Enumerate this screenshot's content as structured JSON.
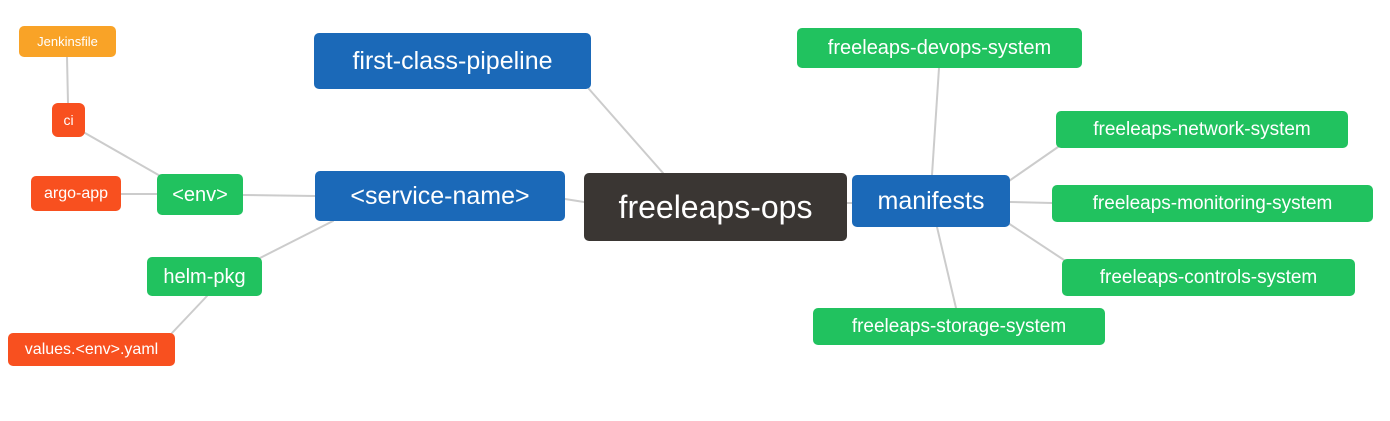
{
  "diagram": {
    "type": "mindmap",
    "root": "freeleaps-ops"
  },
  "palette": {
    "blue": "#1b69b8",
    "green": "#21c25f",
    "orange": "#f9a327",
    "red_orange": "#f8501f",
    "dark": "#3a3633",
    "link": "#cccccc",
    "bg": "#ffffff",
    "text": "#ffffff"
  },
  "nodes": {
    "jenkinsfile": {
      "label": "Jenkinsfile",
      "color": "orange"
    },
    "ci": {
      "label": "ci",
      "color": "red_orange"
    },
    "argo_app": {
      "label": "argo-app",
      "color": "red_orange"
    },
    "env": {
      "label": "<env>",
      "color": "green"
    },
    "helm_pkg": {
      "label": "helm-pkg",
      "color": "green"
    },
    "values_env_yaml": {
      "label": "values.<env>.yaml",
      "color": "red_orange"
    },
    "first_class_pipeline": {
      "label": "first-class-pipeline",
      "color": "blue"
    },
    "service_name": {
      "label": "<service-name>",
      "color": "blue"
    },
    "freeleaps_ops": {
      "label": "freeleaps-ops",
      "color": "dark"
    },
    "manifests": {
      "label": "manifests",
      "color": "blue"
    },
    "devops_system": {
      "label": "freeleaps-devops-system",
      "color": "green"
    },
    "network_system": {
      "label": "freeleaps-network-system",
      "color": "green"
    },
    "monitoring_system": {
      "label": "freeleaps-monitoring-system",
      "color": "green"
    },
    "controls_system": {
      "label": "freeleaps-controls-system",
      "color": "green"
    },
    "storage_system": {
      "label": "freeleaps-storage-system",
      "color": "green"
    }
  },
  "edges": [
    [
      "jenkinsfile",
      "ci"
    ],
    [
      "ci",
      "env"
    ],
    [
      "argo_app",
      "env"
    ],
    [
      "env",
      "service_name"
    ],
    [
      "helm_pkg",
      "service_name"
    ],
    [
      "values_env_yaml",
      "helm_pkg"
    ],
    [
      "first_class_pipeline",
      "freeleaps_ops"
    ],
    [
      "service_name",
      "freeleaps_ops"
    ],
    [
      "freeleaps_ops",
      "manifests"
    ],
    [
      "manifests",
      "devops_system"
    ],
    [
      "manifests",
      "network_system"
    ],
    [
      "manifests",
      "monitoring_system"
    ],
    [
      "manifests",
      "controls_system"
    ],
    [
      "manifests",
      "storage_system"
    ]
  ]
}
